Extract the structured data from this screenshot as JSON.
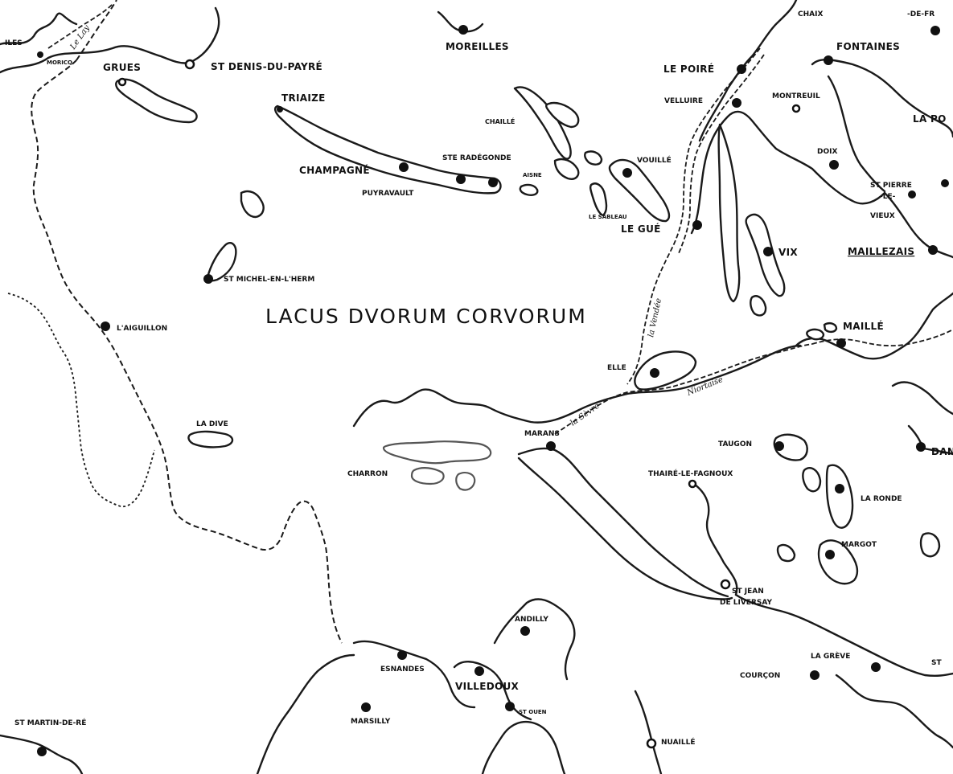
{
  "map": {
    "lake_name": "LACUS DVORUM CORVORUM",
    "rivers": {
      "vendee": "la Vendée",
      "sevre": "la Sèvre",
      "niortaise": "Niortaise",
      "lay": "Le Lay"
    },
    "places": {
      "iles": "ILES",
      "morico": "MORICQ",
      "grues": "GRUES",
      "st_denis": "ST DENIS-DU-PAYRÉ",
      "moreilles": "MOREILLES",
      "chaix": "CHAIX",
      "de_fr": "-DE-FR",
      "le_poire": "LE POIRÉ",
      "fontaines": "FONTAINES",
      "triaize": "TRIAIZE",
      "velluire": "VELLUIRE",
      "montreuil": "MONTREUIL",
      "chaille": "CHAILLÉ",
      "la_po": "LA PO",
      "champagne": "CHAMPAGNÉ",
      "st_radegonde": "STE RADÉGONDE",
      "vouille": "VOUILLÉ",
      "doix": "DOIX",
      "puyravault": "PUYRAVAULT",
      "aisne": "AISNE",
      "st_pierre_1": "ST PIERRE",
      "st_pierre_2": "-LE-",
      "st_pierre_3": "VIEUX",
      "le_sableau": "LE SABLEAU",
      "le_gue": "LE GUÉ",
      "maillezais": "MAILLEZAIS",
      "vix": "VIX",
      "st_michel": "ST MICHEL-EN-L'HERM",
      "aiguillon": "L'AIGUILLON",
      "maille": "MAILLÉ",
      "elle": "ELLE",
      "la_dive": "LA DIVE",
      "marans": "MARANS",
      "taugon": "TAUGON",
      "dan": "DAN",
      "charron": "CHARRON",
      "thaire": "THAIRÉ-LE-FAGNOUX",
      "la_ronde": "LA RONDE",
      "margot": "MARGOT",
      "st_jean_1": "ST JEAN",
      "st_jean_2": "DE LIVERSAY",
      "andilly": "ANDILLY",
      "esnandes": "ESNANDES",
      "la_greve": "LA GRÈVE",
      "st_right": "ST",
      "villedoux": "VILLEDOUX",
      "courcon": "COURÇON",
      "st_ouen": "ST OUEN",
      "marsilly": "MARSILLY",
      "st_martin": "ST MARTIN-DE-RÉ",
      "nuaille": "NUAILLÉ"
    }
  }
}
